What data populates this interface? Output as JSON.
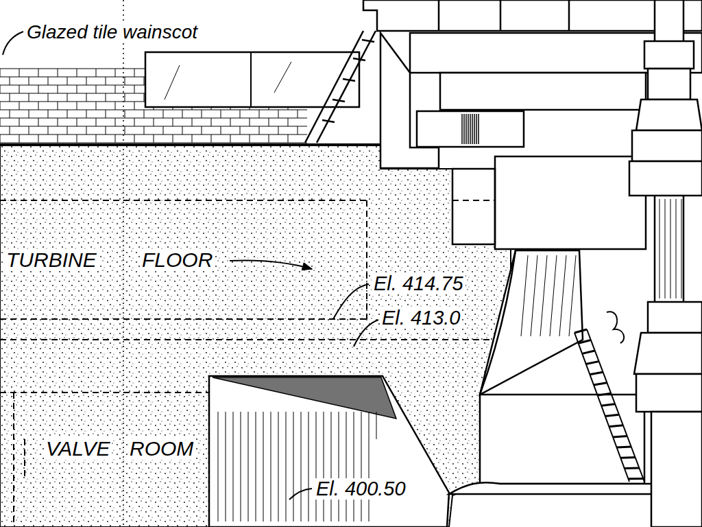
{
  "diagram": {
    "labels": [
      "Glazed tile wainscot",
      "TURBINE",
      "FLOOR",
      "El. 414.75",
      "El. 413.0",
      "VALVE",
      "ROOM",
      "El. 400.50"
    ]
  }
}
